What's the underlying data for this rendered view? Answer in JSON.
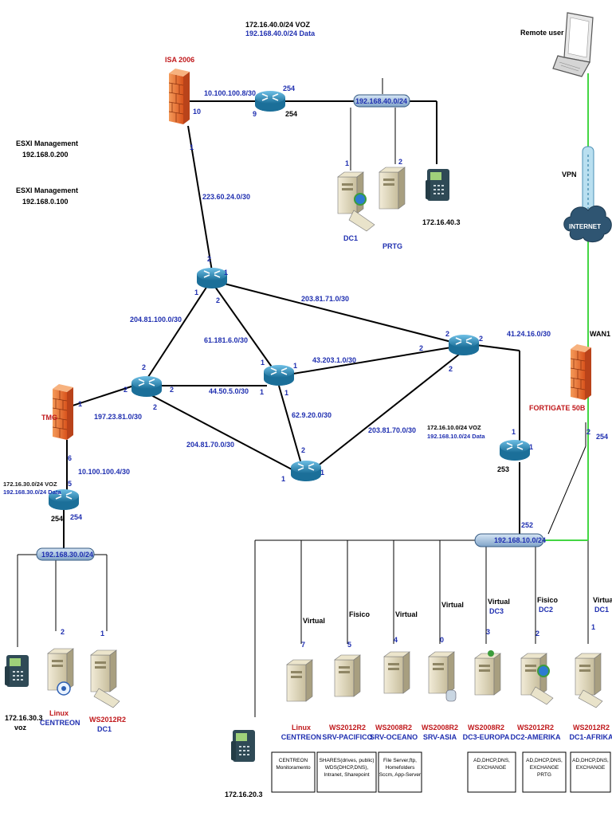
{
  "labels": {
    "voz40": "172.16.40.0/24 VOZ",
    "data40": "192.168.40.0/24 Data",
    "isa": "ISA 2006",
    "isa_net": "10.100.100.8/30",
    "esxi1_title": "ESXI Management",
    "esxi1_ip": "192.168.0.200",
    "esxi2_title": "ESXI Management",
    "esxi2_ip": "192.168.0.100",
    "net_223": "223.60.24.0/30",
    "switch40": "192.168.40.0/24",
    "dc1_top": "DC1",
    "prtg_top": "PRTG",
    "phone40": "172.16.40.3",
    "remote_user": "Remote user",
    "vpn": "VPN",
    "internet": "INTERNET",
    "wan1": "WAN1",
    "fortigate": "FORTIGATE 50B",
    "net_41": "41.24.16.0/30",
    "net_203_71": "203.81.71.0/30",
    "net_204_100": "204.81.100.0/30",
    "net_61": "61.181.6.0/30",
    "net_43": "43.203.1.0/30",
    "net_44": "44.50.5.0/30",
    "net_62": "62.9.20.0/30",
    "net_203_70": "203.81.70.0/30",
    "net_204_70": "204.81.70.0/30",
    "net_197": "197.23.81.0/30",
    "tmg": "TMG",
    "net_10_4": "10.100.100.4/30",
    "voz30": "172.16.30.0/24 VOZ",
    "data30": "192.168.30.0/24 Data",
    "switch30": "192.168.30.0/24",
    "voz10": "172.16.10.0/24 VOZ",
    "data10": "192.168.10.0/24 Data",
    "switch10": "192.168.10.0/24",
    "phone30": "172.16.30.3",
    "phone30_voz": "voz",
    "linux_left": "Linux",
    "centreon_left": "CENTREON",
    "ws_left": "WS2012R2",
    "dc1_left": "DC1",
    "phone20": "172.16.20.3"
  },
  "interfaces": {
    "isa_10": "10",
    "isa_1": "1",
    "r1_9": "9",
    "r1_254a": "254",
    "r1_254b": "254",
    "sw40_1": "1",
    "sw40_2": "2",
    "rc_2": "2",
    "rc_1a": "1",
    "rc_1b": "1",
    "rc_2b": "2",
    "rl_2a": "2",
    "rl_2b": "2",
    "rl_2c": "2",
    "rl_2d": "2",
    "rm_1a": "1",
    "rm_1b": "1",
    "rm_1c": "1",
    "rm_1d": "1",
    "rr_2a": "2",
    "rr_2b": "2",
    "rr_2c": "2",
    "rr_2d": "2",
    "rb_2": "2",
    "rb_1a": "1",
    "rb_1b": "1",
    "tmg_1": "1",
    "tmg_6": "6",
    "r30_5": "5",
    "r30_254a": "254",
    "r30_254b": "254",
    "sw30_2": "2",
    "sw30_1": "1",
    "r10_1a": "1",
    "r10_1b": "1",
    "r10_253": "253",
    "r10_252": "252",
    "fg_2": "2",
    "fg_254": "254"
  },
  "servers": [
    {
      "type": "Virtual",
      "num": "7",
      "os": "Linux",
      "name": "CENTREON",
      "desc": [
        "CENTREON",
        "Monitoramento"
      ]
    },
    {
      "type": "Fisico",
      "num": "5",
      "os": "WS2012R2",
      "name": "SRV-PACIFICO",
      "desc": [
        "SHARES(drives, public)",
        "WDS(DHCP,DNS),",
        "Intranet, Sharepoint"
      ]
    },
    {
      "type": "Virtual",
      "num": "4",
      "os": "WS2008R2",
      "name": "SRV-OCEANO",
      "desc": [
        "File Server,ftp,",
        "Homefolders",
        "Sccm, App-Server"
      ]
    },
    {
      "type": "Virtual",
      "num": "0",
      "os": "WS2008R2",
      "name": "SRV-ASIA",
      "desc": []
    },
    {
      "type": "Virtual",
      "num": "3",
      "dc": "DC3",
      "os": "WS2008R2",
      "name": "DC3-EUROPA",
      "desc": [
        "AD,DHCP,DNS,",
        "EXCHANGE"
      ]
    },
    {
      "type": "Fisico",
      "num": "2",
      "dc": "DC2",
      "os": "WS2012R2",
      "name": "DC2-AMERIKA",
      "desc": [
        "AD,DHCP,DNS,",
        "EXCHANGE",
        "PRTG"
      ]
    },
    {
      "type": "Virtual",
      "num": "1",
      "dc": "DC1",
      "os": "WS2012R2",
      "name": "DC1-AFRIKA",
      "desc": [
        "AD,DHCP,DNS,",
        "EXCHANGE"
      ]
    }
  ],
  "colors": {
    "red": "#c0181b",
    "blue": "#1f2fb0",
    "green": "#44d644",
    "router": "#2e8ab8"
  }
}
